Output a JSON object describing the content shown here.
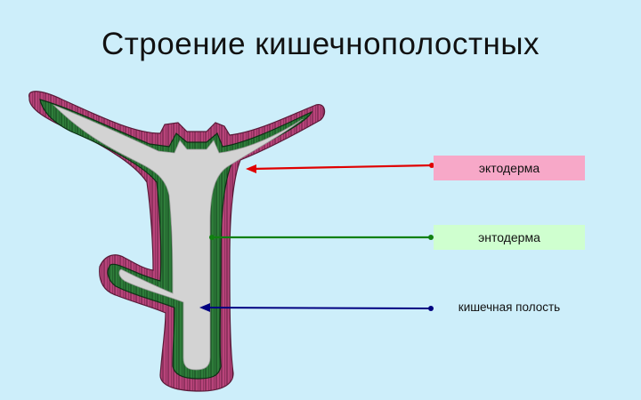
{
  "slide": {
    "title": "Строение кишечнополостных"
  },
  "labels": {
    "ectoderm": "эктодерма",
    "endoderm": "энтодерма",
    "cavity": "кишечная полость"
  },
  "colors": {
    "background": "#cdeefa",
    "ectoderm": "#b8447a",
    "endoderm": "#2e7d3a",
    "cavity": "#d3d3d3",
    "arrow_ectoderm": "#e00000",
    "arrow_endoderm": "#108010",
    "arrow_cavity": "#000080"
  }
}
